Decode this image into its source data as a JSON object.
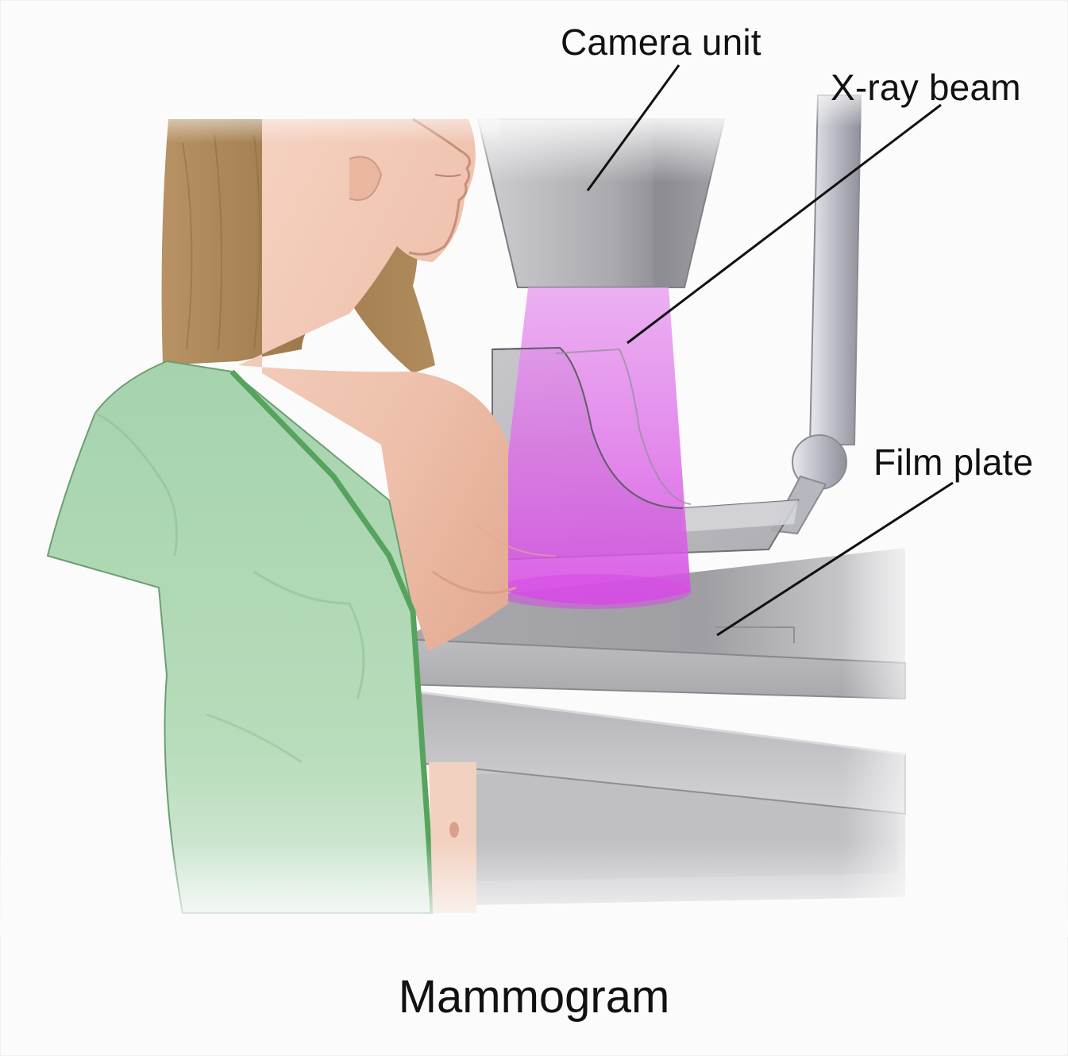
{
  "labels": {
    "camera_unit": "Camera unit",
    "xray_beam": "X-ray beam",
    "film_plate": "Film plate"
  },
  "caption": "Mammogram",
  "colors": {
    "background": "#fbfbfb",
    "skin": "#f1c7b4",
    "hair": "#a98457",
    "gown": "#a9d6b1",
    "gown_trim": "#56a35d",
    "machine_gray": "#b9b9bd",
    "xray_beam": "#e070ea",
    "leader_line": "#111111"
  }
}
